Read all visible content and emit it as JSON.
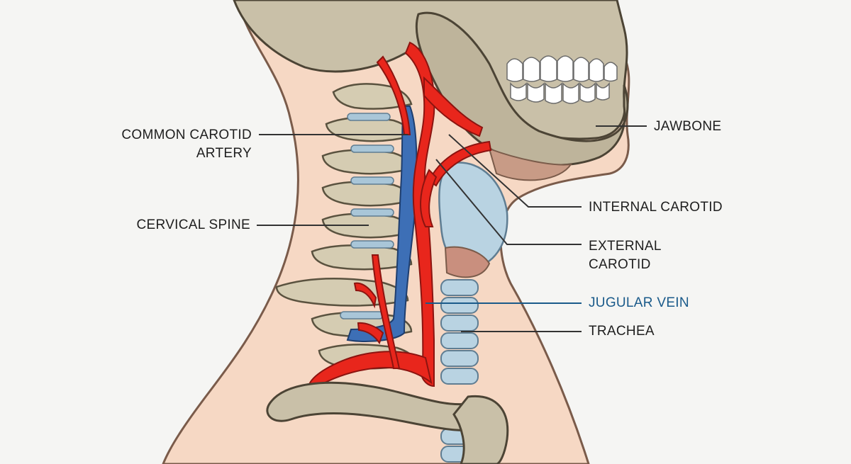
{
  "labels": {
    "common_carotid_line1": "COMMON CAROTID",
    "common_carotid_line2": "ARTERY",
    "cervical_spine": "CERVICAL SPINE",
    "jawbone": "JAWBONE",
    "internal_carotid": "INTERNAL CAROTID",
    "external_carotid_line1": "EXTERNAL",
    "external_carotid_line2": "CAROTID",
    "jugular_vein": "JUGULAR VEIN",
    "trachea": "TRACHEA"
  },
  "colors": {
    "background": "#f5f5f3",
    "skin": "#f6d8c4",
    "bone": "#c9c0a8",
    "artery": "#e8261c",
    "vein": "#3d6fb6",
    "trachea": "#b9d3e2",
    "label_text": "#1e1e1e",
    "jugular_label": "#1a5a8a"
  }
}
